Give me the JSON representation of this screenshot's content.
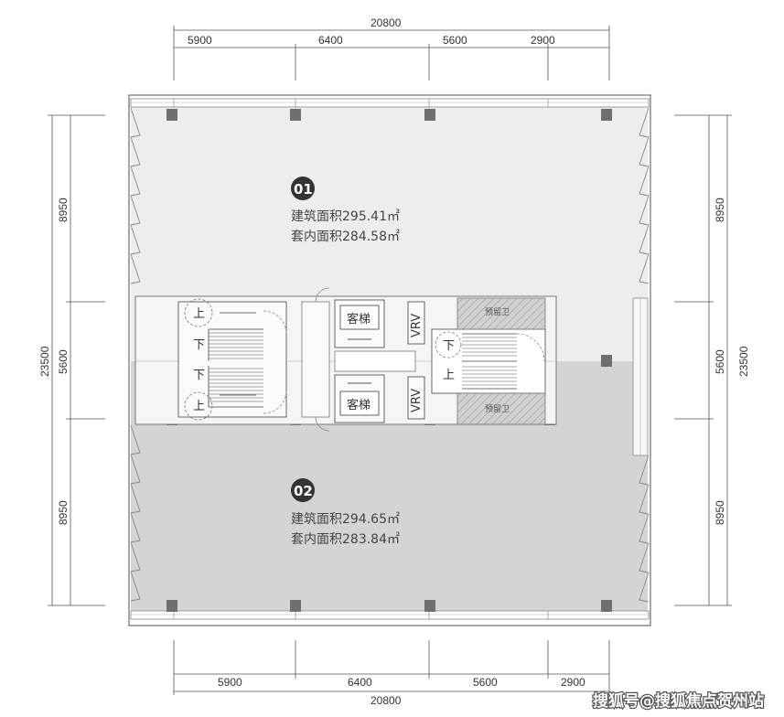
{
  "dimensions": {
    "top_total": "20800",
    "top_segments": [
      "5900",
      "6400",
      "5600",
      "2900"
    ],
    "bottom_total": "20800",
    "bottom_segments": [
      "5900",
      "6400",
      "5600",
      "2900"
    ],
    "left_total": "23500",
    "left_segments": [
      "8950",
      "5600",
      "8950"
    ],
    "right_total": "23500",
    "right_segments": [
      "8950",
      "5600",
      "8950"
    ]
  },
  "units": [
    {
      "number": "01",
      "gross_area": "建筑面积295.41㎡",
      "net_area": "套内面积284.58㎡"
    },
    {
      "number": "02",
      "gross_area": "建筑面积294.65㎡",
      "net_area": "套内面积283.84㎡"
    }
  ],
  "core": {
    "elevator_label": "客梯",
    "vrv_label": "VRV",
    "reserved_wc_label": "预留卫",
    "stair_up": "上",
    "stair_down": "下"
  },
  "colors": {
    "unit01_fill": "#ededed",
    "unit02_fill": "#d4d4d4",
    "column_fill": "#6f6f6f"
  },
  "watermark": "搜狐号@搜狐焦点贺州站"
}
